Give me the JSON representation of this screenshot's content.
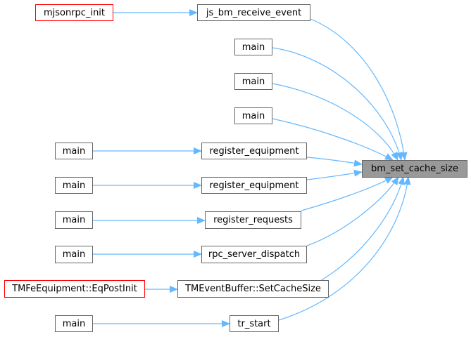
{
  "graph": {
    "target": "bm_set_cache_size",
    "edge_color": "#63b8ff",
    "nodes": {
      "mjsonrpc_init": "mjsonrpc_init",
      "js_bm_receive_event": "js_bm_receive_event",
      "main_a": "main",
      "main_b": "main",
      "main_c": "main",
      "register_equipment_1": "register_equipment",
      "register_equipment_2": "register_equipment",
      "register_requests": "register_requests",
      "rpc_server_dispatch": "rpc_server_dispatch",
      "set_cache_size": "TMEventBuffer::SetCacheSize",
      "tr_start": "tr_start",
      "main_1": "main",
      "main_2": "main",
      "main_3": "main",
      "main_4": "main",
      "main_5": "main",
      "eq_post_init": "TMFeEquipment::EqPostInit"
    }
  }
}
